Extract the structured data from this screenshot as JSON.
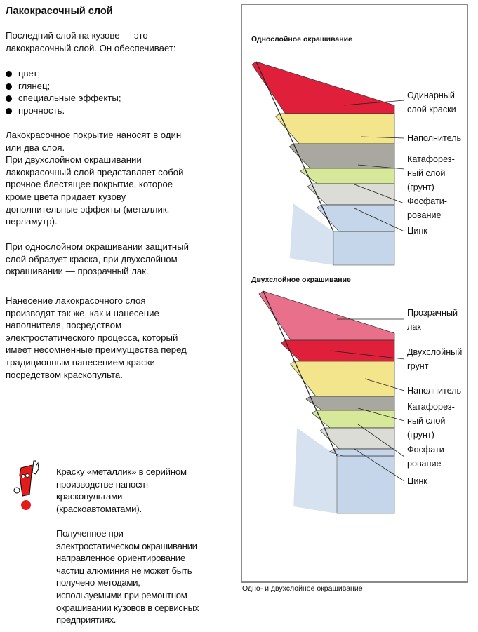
{
  "title": "Лакокрасочный слой",
  "intro": "Последний слой на кузове — это\nлакокрасочный слой. Он обеспечивает:",
  "bullets": [
    "цвет;",
    "глянец;",
    "специальные эффекты;",
    "прочность."
  ],
  "paragraphs": [
    "Лакокрасочное покрытие наносят в один\nили два слоя.\nПри двухслойном окрашивании\nлакокрасочный слой представляет собой\nпрочное блестящее покрытие, которое\nкроме цвета придает кузову\nдополнительные эффекты (металлик,\nперламутр).",
    "При однослойном окрашивании защитный\nслой образует краска, при двухслойном\nокрашивании — прозрачный лак.",
    "Нанесение лакокрасочного слоя\nпроизводят так же, как и нанесение\nнаполнителя, посредством\nэлектростатического процесса, который\nимеет несомненные преимущества перед\nтрадиционным нанесением краски\nпосредством краскопульта."
  ],
  "note": {
    "icon": "exclamation-mascot-icon",
    "paragraphs": [
      "Краску «металлик» в серийном\nпроизводстве наносят\nкраскопультами\n(краскоавтоматами).",
      "Полученное при\nэлектростатическом окрашивании\nнаправленное ориентирование\nчастиц алюминия не может быть\nполучено методами,\nиспользуемыми при ремонтном\nокрашивании кузовов в сервисных\nпредприятиях."
    ]
  },
  "figure": {
    "single": {
      "title": "Однослойное окрашивание",
      "labels": [
        "Одинарный\nслой краски",
        "Наполнитель",
        "Катафорез-\nный слой\n(грунт)",
        "Фосфати-\nрование",
        "Цинк"
      ]
    },
    "double": {
      "title": "Двухслойное окрашивание",
      "labels": [
        "Прозрачный\nлак",
        "Двухслойный\nгрунт",
        "Наполнитель",
        "Катафорез-\nный слой\n(грунт)",
        "Фосфати-\nрование",
        "Цинк"
      ]
    },
    "caption": "Одно- и двухслойное окрашивание",
    "colors": {
      "paint": "#e0203a",
      "clear": "#e8708a",
      "filler": "#f2e58c",
      "cataphoresis": "#a8a8a0",
      "phosphate": "#d8e89a",
      "zinc": "#dcdcd6",
      "steel": "#c6d6ea"
    }
  }
}
